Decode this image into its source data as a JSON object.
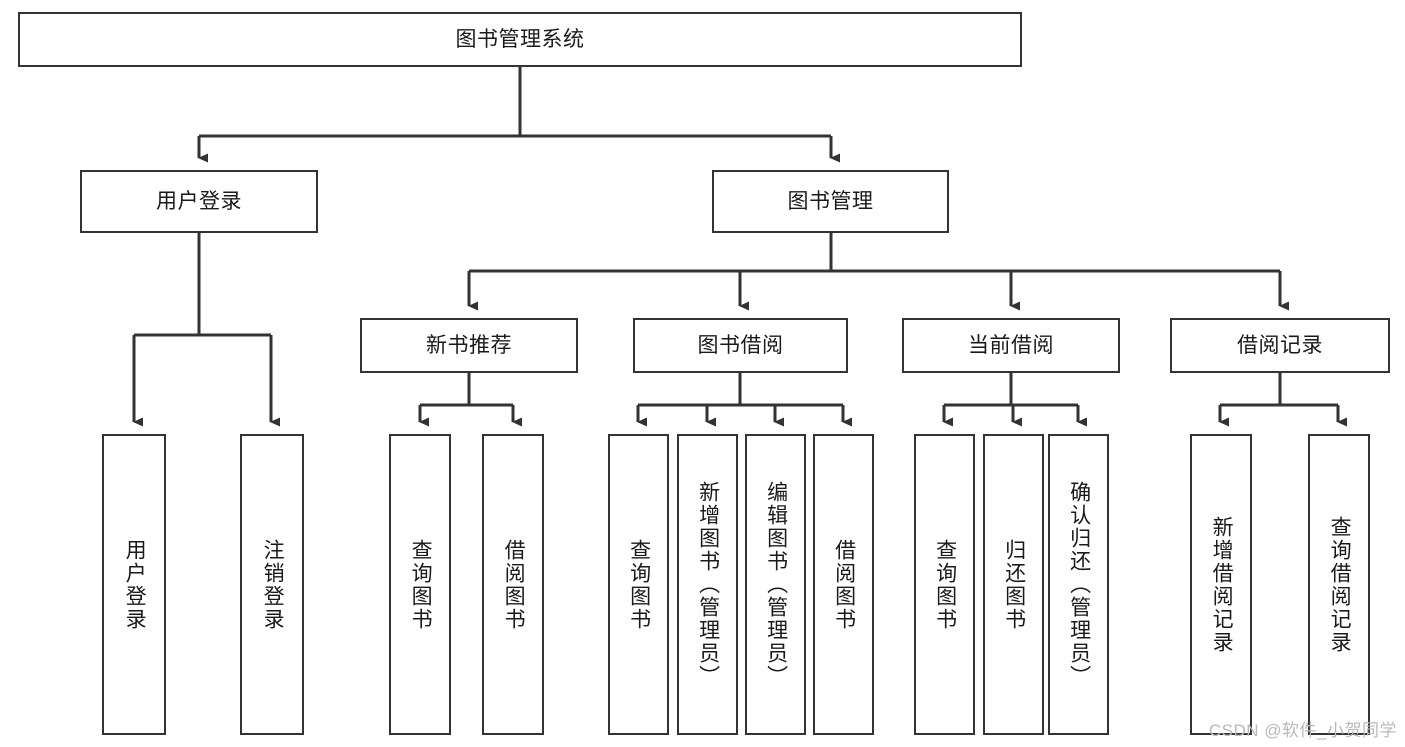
{
  "diagram": {
    "type": "tree",
    "title": "图书管理系统",
    "style": {
      "box_border_color": "#333333",
      "box_fill_color": "#ffffff",
      "edge_color": "#333333",
      "text_color": "#1a1a1a",
      "background": "#ffffff"
    },
    "watermark": "CSDN @软件_小贺同学",
    "root": {
      "label": "图书管理系统"
    },
    "level1": [
      {
        "label": "用户登录"
      },
      {
        "label": "图书管理"
      }
    ],
    "level2": [
      {
        "label": "新书推荐"
      },
      {
        "label": "图书借阅"
      },
      {
        "label": "当前借阅"
      },
      {
        "label": "借阅记录"
      }
    ],
    "leaves": {
      "user_login": [
        {
          "label": "用户登录"
        },
        {
          "label": "注销登录"
        }
      ],
      "new_book_recommend": [
        {
          "label": "查询图书"
        },
        {
          "label": "借阅图书"
        }
      ],
      "book_borrow": [
        {
          "label": "查询图书"
        },
        {
          "label": "新增图书（管理员）"
        },
        {
          "label": "编辑图书（管理员）"
        },
        {
          "label": "借阅图书"
        }
      ],
      "current_borrow": [
        {
          "label": "查询图书"
        },
        {
          "label": "归还图书"
        },
        {
          "label": "确认归还（管理员）"
        }
      ],
      "borrow_record": [
        {
          "label": "新增借阅记录"
        },
        {
          "label": "查询借阅记录"
        }
      ]
    }
  }
}
